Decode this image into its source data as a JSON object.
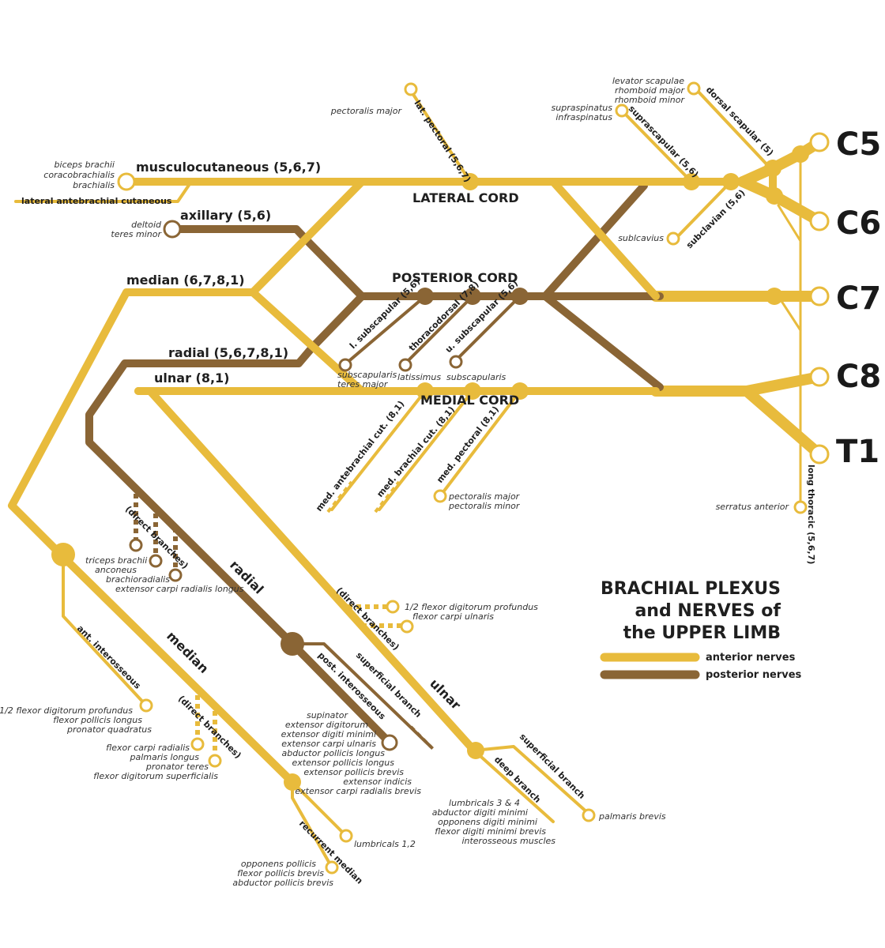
{
  "colors": {
    "anterior": "#e8bb3c",
    "posterior": "#8a6535",
    "label": "#1f1f1f"
  },
  "title": {
    "line1": "BRACHIAL PLEXUS",
    "line2": "and NERVES of",
    "line3": "the UPPER LIMB"
  },
  "legend": {
    "anterior": "anterior nerves",
    "posterior": "posterior nerves"
  },
  "roots": {
    "c5": "C5",
    "c6": "C6",
    "c7": "C7",
    "c8": "C8",
    "t1": "T1"
  },
  "cords": {
    "lateral": "LATERAL CORD",
    "posterior": "POSTERIOR CORD",
    "medial": "MEDIAL CORD"
  },
  "nerves": {
    "musculocutaneous": "musculocutaneous (5,6,7)",
    "axillary": "axillary (5,6)",
    "median": "median (6,7,8,1)",
    "radial": "radial (5,6,7,8,1)",
    "ulnar": "ulnar (8,1)",
    "lateral_antebrachial": "lateral antebrachial cutaneous",
    "lat_pectoral": "lat. pectoral (5,6,7)",
    "suprascapular": "suprascapular (5,6)",
    "dorsal_scapular": "dorsal scapular (5)",
    "subclavian": "subclavian (5,6)",
    "long_thoracic": "long thoracic (5,6,7)",
    "l_subscapular": "l. subscapular (5,6)",
    "thoracodorsal": "thoracodorsal (7,8)",
    "u_subscapular": "u. subscapular (5,6)",
    "med_antebrachial": "med. antebrachial cut. (8,1)",
    "med_brachial": "med. brachial cut. (8,1)",
    "med_pectoral": "med. pectoral (8,1)",
    "radial_lower": "radial",
    "median_lower": "median",
    "ulnar_lower": "ulnar",
    "ant_interosseous": "ant. interosseous",
    "post_interosseous": "post. interosseous",
    "superficial_branch_radial": "superficial branch",
    "superficial_branch_ulnar": "superficial branch",
    "deep_branch": "deep branch",
    "recurrent_median": "recurrent median",
    "direct_radial": "(direct branches)",
    "direct_median": "(direct branches)",
    "direct_ulnar": "(direct branches)"
  },
  "muscles": {
    "musculocutaneous": [
      "biceps brachii",
      "coracobrachialis",
      "brachialis"
    ],
    "axillary": [
      "deltoid",
      "teres minor"
    ],
    "lat_pectoral": [
      "pectoralis major"
    ],
    "suprascapular": [
      "supraspinatus",
      "infraspinatus"
    ],
    "dorsal_scapular": [
      "levator scapulae",
      "rhomboid major",
      "rhomboid minor"
    ],
    "subclavian": [
      "sublcavius"
    ],
    "long_thoracic": [
      "serratus anterior"
    ],
    "l_subscapular": [
      "subscapularis",
      "teres major"
    ],
    "thoracodorsal": [
      "latissimus"
    ],
    "u_subscapular": [
      "subscapularis"
    ],
    "med_pectoral": [
      "pectoralis major",
      "pectoralis minor"
    ],
    "radial_direct": [
      "triceps brachii",
      "anconeus",
      "brachioradialis",
      "extensor carpi radialis longus"
    ],
    "ulnar_direct": [
      "1/2 flexor digitorum profundus",
      "flexor carpi ulnaris"
    ],
    "ant_interosseous": [
      "1/2 flexor digitorum profundus",
      "flexor pollicis longus",
      "pronator quadratus"
    ],
    "median_direct": [
      "flexor carpi radialis",
      "palmaris longus",
      "pronator teres",
      "flexor digitorum superficialis"
    ],
    "post_interosseous": [
      "supinator",
      "extensor digitorum",
      "extensor digiti minimi",
      "extensor carpi ulnaris",
      "abductor pollicis longus",
      "extensor pollicis longus",
      "extensor pollicis brevis",
      "extensor indicis",
      "extensor carpi radialis brevis"
    ],
    "lumbricals_12": [
      "lumbricals 1,2"
    ],
    "recurrent_median": [
      "opponens pollicis",
      "flexor pollicis brevis",
      "abductor pollicis brevis"
    ],
    "deep_branch": [
      "lumbricals 3 & 4",
      "abductor digiti minimi",
      "opponens digiti minimi",
      "flexor digiti minimi brevis",
      "interosseous muscles"
    ],
    "superficial_ulnar": [
      "palmaris brevis"
    ]
  },
  "icons": {
    "nerve_ending": "open-circle-icon",
    "junction": "filled-dot-icon"
  }
}
